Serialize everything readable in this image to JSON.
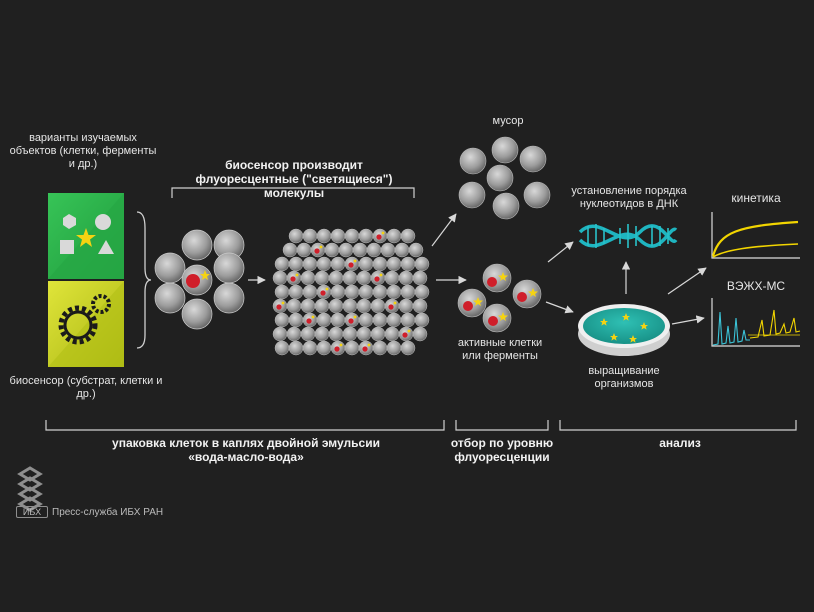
{
  "labels": {
    "variants": "варианты изучаемых объектов (клетки, ферменты и др.)",
    "biosensor": "биосенсор (субстрат, клетки и др.)",
    "biosensor_produces": "биосенсор производит флуоресцентные (\"светящиеся\") молекулы",
    "trash": "мусор",
    "active_cells": "активные клетки или ферменты",
    "dna_sequencing": "установление порядка нуклеотидов в ДНК",
    "growing": "выращивание организмов",
    "kinetics": "кинетика",
    "hplc_ms": "ВЭЖХ-МС"
  },
  "stages": {
    "packaging": "упаковка клеток в каплях двойной эмульсии «вода-масло-вода»",
    "selection": "отбор по уровню флуоресценции",
    "analysis": "анализ"
  },
  "logo": {
    "abbr": "ИБХ",
    "caption": "Пресс-служба ИБХ РАН"
  },
  "colors": {
    "background": "#202020",
    "panel_green": "#2db34a",
    "panel_yellow": "#c9d41c",
    "droplet": "#9a9a9a",
    "cell_red": "#d01e2a",
    "star": "#f5d312",
    "dna_teal": "#1fb5c0",
    "dish": "#1fa99d",
    "plot_yellow": "#f2d500",
    "plot_cyan": "#3bc4d8"
  }
}
